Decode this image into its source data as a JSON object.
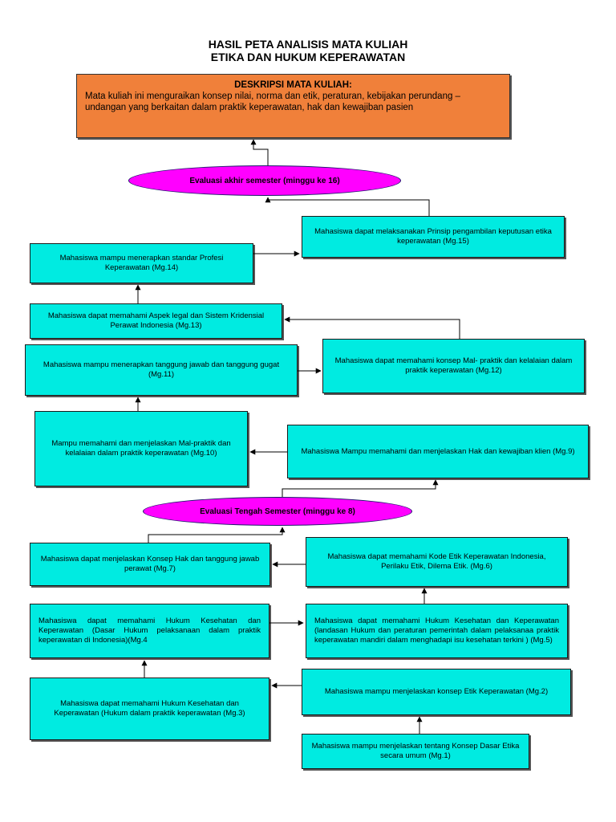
{
  "title": {
    "line1": "HASIL PETA ANALISIS MATA KULIAH",
    "line2": "ETIKA DAN HUKUM KEPERAWATAN"
  },
  "description": {
    "heading": "DESKRIPSI  MATA KULIAH:",
    "text": "Mata kuliah ini menguraikan konsep nilai, norma dan etik, peraturan, kebijakan    perundang – undangan yang berkaitan dalam praktik keperawatan, hak dan kewajiban pasien"
  },
  "ovals": {
    "final": "Evaluasi akhir semester (minggu ke 16)",
    "mid": "Evaluasi Tengah Semester (minggu ke 8)"
  },
  "boxes": {
    "mg15": "Mahasiswa dapat  melaksanakan Prinsip pengambilan keputusan etika keperawatan (Mg.15)",
    "mg14": "Mahasiswa mampu menerapkan standar Profesi Keperawatan (Mg.14)",
    "mg13": "Mahasiswa dapat memahami Aspek legal dan Sistem Kridensial Perawat Indonesia (Mg.13)",
    "mg11": "Mahasiswa mampu menerapkan tanggung jawab dan tanggung gugat (Mg.11)",
    "mg12": "Mahasiswa dapat memahami konsep Mal- praktik dan kelalaian dalam praktik keperawatan (Mg.12)",
    "mg10": "Mampu memahami dan menjelaskan Mal-praktik dan kelalaian dalam praktik keperawatan (Mg.10)",
    "mg9": "Mahasiswa Mampu memahami dan menjelaskan Hak dan kewajiban klien (Mg.9)",
    "mg7": "Mahasiswa dapat menjelaskan Konsep Hak dan tanggung jawab perawat (Mg.7)",
    "mg6": "Mahasiswa dapat memahami Kode Etik Keperawatan Indonesia, Perilaku Etik, Dilema Etik. (Mg.6)",
    "mg4": "Mahasiswa dapat memahami Hukum Kesehatan dan Keperawatan (Dasar Hukum pelaksanaan dalam praktik keperawatan di Indonesia)(Mg.4",
    "mg5": "Mahasiswa dapat memahami Hukum Kesehatan dan Keperawatan (landasan Hukum dan peraturan pemerintah dalam pelaksanaa praktik keperawatan mandiri dalam menghadapi isu kesehatan terkini ) (Mg.5)",
    "mg3": "Mahasiswa dapat memahami Hukum Kesehatan dan Keperawatan (Hukum dalam praktik keperawatan (Mg.3)",
    "mg2": "Mahasiswa mampu menjelaskan konsep Etik Keperawatan (Mg.2)",
    "mg1": "Mahasiswa mampu menjelaskan tentang Konsep Dasar Etika secara umum (Mg.1)"
  },
  "colors": {
    "box_fill": "#00ebe1",
    "description_fill": "#f0803a",
    "oval_fill": "#ff00ff"
  }
}
